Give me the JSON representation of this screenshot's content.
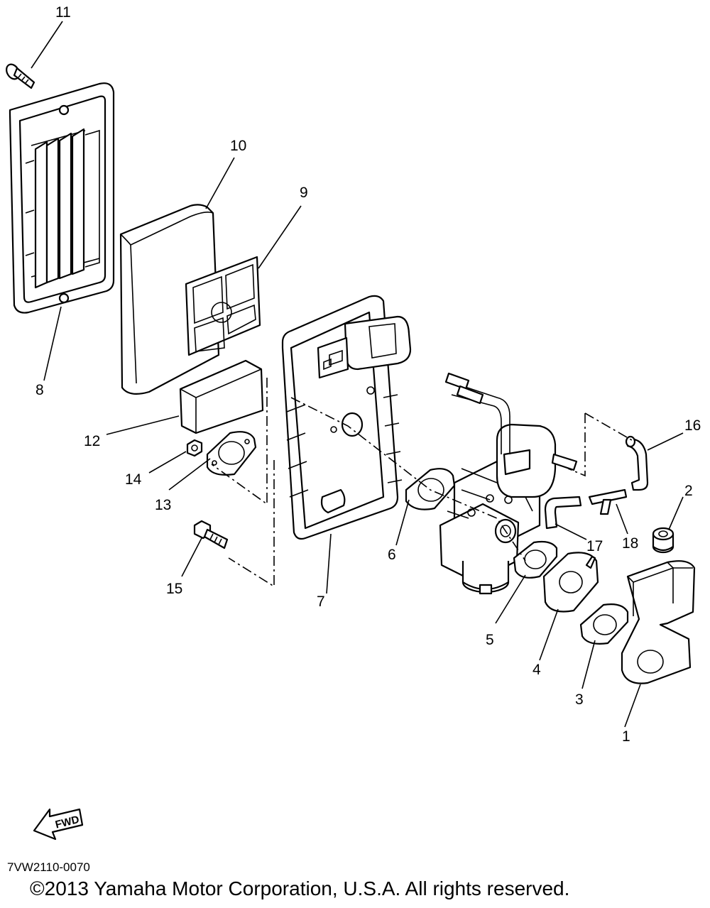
{
  "figure_code": "7VW2110-0070",
  "copyright": "©2013 Yamaha Motor Corporation, U.S.A. All rights reserved.",
  "fwd_label": "FWD",
  "callouts": {
    "c1": "1",
    "c2": "2",
    "c3": "3",
    "c4": "4",
    "c5": "5",
    "c6": "6",
    "c7": "7",
    "c8": "8",
    "c9": "9",
    "c10": "10",
    "c11": "11",
    "c12": "12",
    "c13": "13",
    "c14": "14",
    "c15": "15",
    "c16": "16",
    "c17": "17",
    "c18": "18"
  }
}
